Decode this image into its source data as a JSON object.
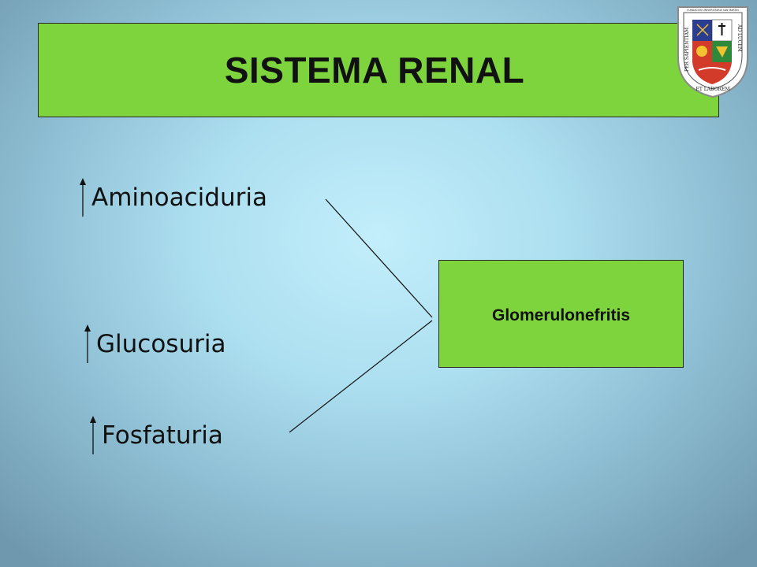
{
  "slide": {
    "title": "SISTEMA RENAL"
  },
  "logo": {
    "ring_top": "FUNDACION UNIVERSITARIA SAN MARTIN",
    "ring_left": "PER SAPIENTIAM",
    "ring_right": "AD LUCEM",
    "ring_bottom": "ET LABOREM"
  },
  "findings": {
    "items": [
      {
        "label": "Aminoaciduria",
        "icon": "up-arrow-icon"
      },
      {
        "label": "Glucosuria",
        "icon": "up-arrow-icon"
      },
      {
        "label": "Fosfaturia",
        "icon": "up-arrow-icon"
      }
    ]
  },
  "result": {
    "label": "Glomerulonefritis"
  },
  "colors": {
    "box_fill": "#7ed43c",
    "background_center": "#c3eefb",
    "background_edge": "#6f98ae"
  }
}
